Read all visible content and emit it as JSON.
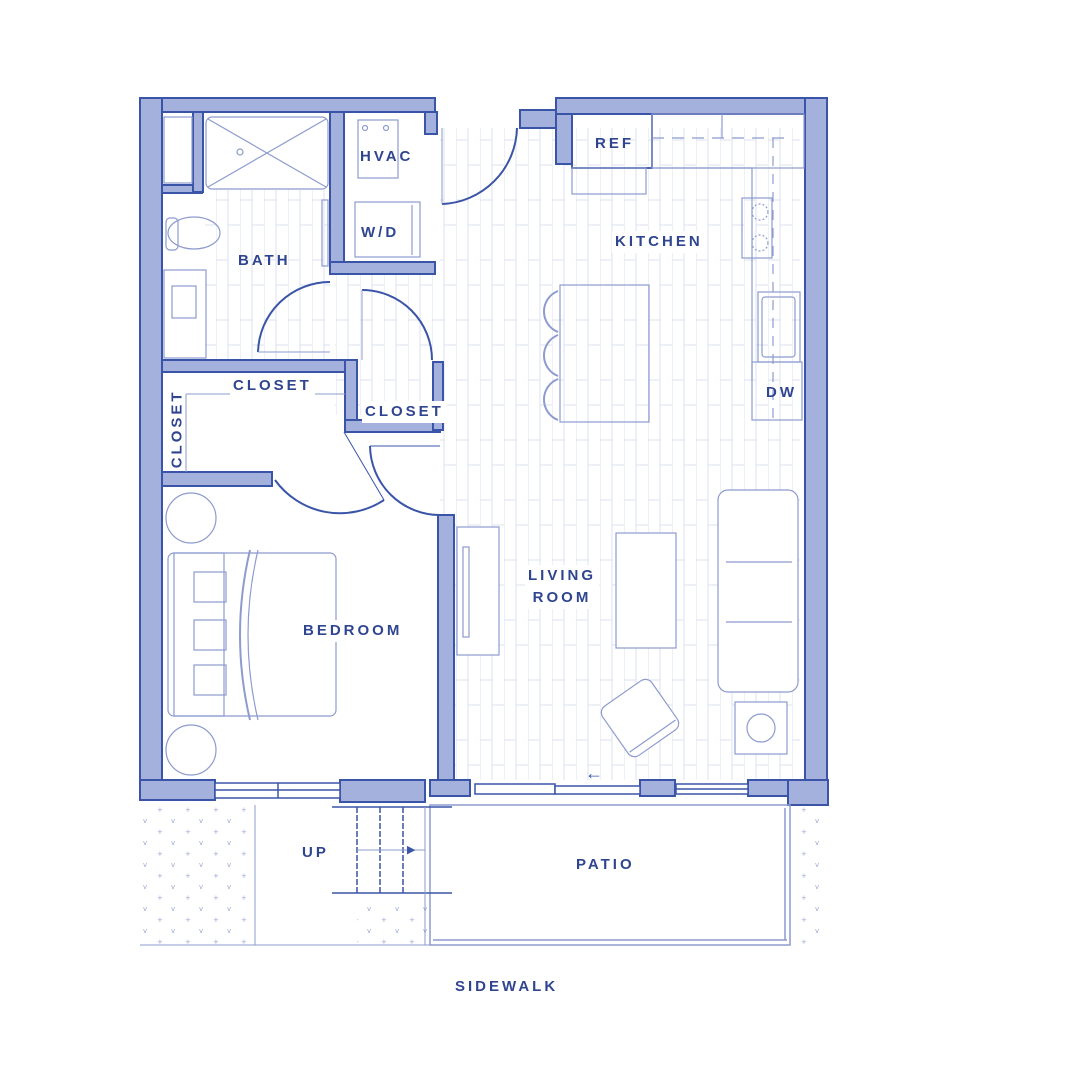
{
  "colors": {
    "wall_fill": "#a4b1dc",
    "wall_line": "#3a54a8",
    "label": "#2f4590",
    "fixture_line": "#8d9bcf",
    "floor_line": "#d6dcef",
    "background": "#ffffff"
  },
  "rooms": {
    "bath": "BATH",
    "hvac": "HVAC",
    "wd": "W/D",
    "ref": "REF",
    "kitchen": "KITCHEN",
    "dw": "DW",
    "closet_top": "CLOSET",
    "closet_left": "CLOSET",
    "closet_hall": "CLOSET",
    "bedroom": "BEDROOM",
    "living_line1": "LIVING",
    "living_line2": "ROOM",
    "up": "UP",
    "patio": "PATIO",
    "sidewalk": "SIDEWALK"
  },
  "icons": {
    "sliding_door_arrow": "←",
    "stair_arrow": "▶"
  }
}
